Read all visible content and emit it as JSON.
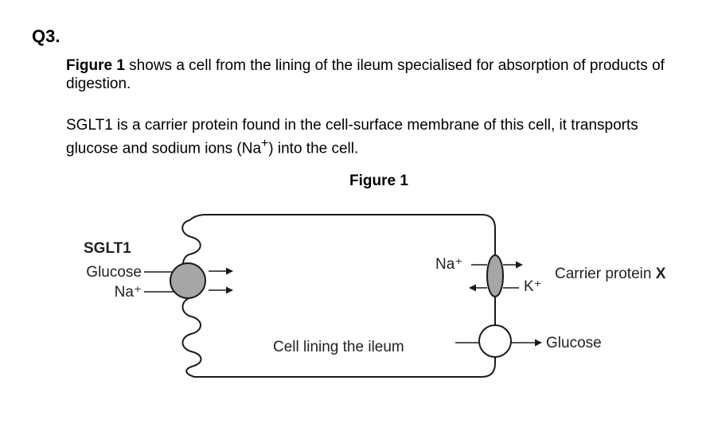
{
  "question": {
    "number": "Q3.",
    "para1_bold": "Figure 1",
    "para1_rest": " shows a cell from the lining of the ileum specialised for absorption of products of digestion.",
    "para2_before": "SGLT1 is a carrier protein found in the cell-surface membrane of this cell, it transports glucose and sodium ions (Na",
    "para2_sup": "+",
    "para2_after": ") into the cell."
  },
  "figure": {
    "caption": "Figure 1",
    "labels": {
      "sglt1": "SGLT1",
      "glucose_in": "Glucose",
      "na_in": "Na⁺",
      "na_top": "Na⁺",
      "k_plus": "K⁺",
      "carrier_prefix": "Carrier protein ",
      "carrier_letter": "X",
      "cell_lining": "Cell lining the ileum",
      "glucose_out": "Glucose"
    },
    "colors": {
      "line": "#1a1a1a",
      "sglt1_fill": "#a6a6a6",
      "na_k_pump_fill": "#a6a6a6",
      "carrier_x_fill": "#ffffff"
    }
  }
}
